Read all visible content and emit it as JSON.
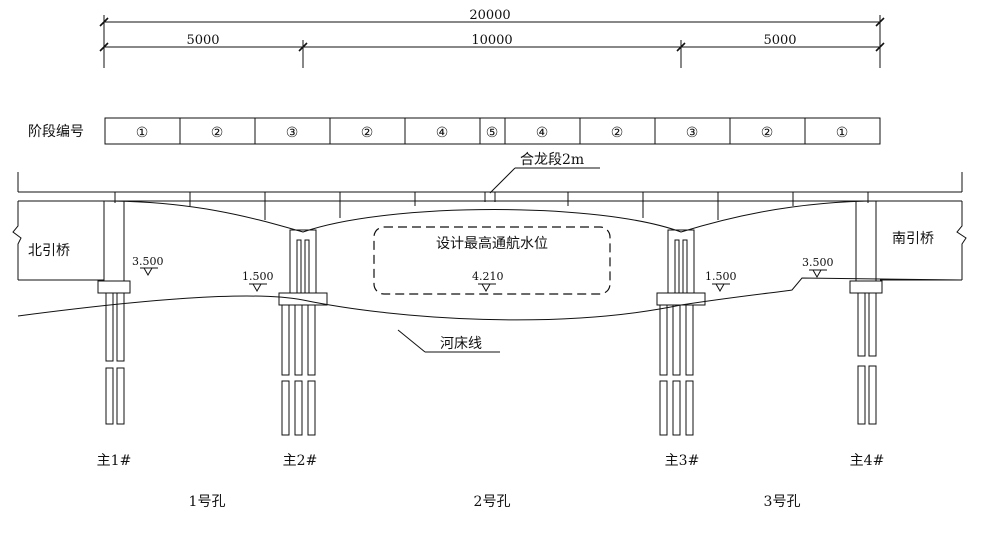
{
  "dimensions": {
    "total": "20000",
    "spans": [
      "5000",
      "10000",
      "5000"
    ]
  },
  "stage_table": {
    "label": "阶段编号",
    "cells": [
      "①",
      "②",
      "③",
      "②",
      "④",
      "⑤",
      "④",
      "②",
      "③",
      "②",
      "①"
    ]
  },
  "closure_label": "合龙段2m",
  "navigation_label": "设计最高通航水位",
  "approach": {
    "north": "北引桥",
    "south": "南引桥"
  },
  "riverbed_label": "河床线",
  "elevations": {
    "pier1": "3.500",
    "pier2": "1.500",
    "mid": "4.210",
    "pier3": "1.500",
    "pier4": "3.500"
  },
  "piers": [
    "主1#",
    "主2#",
    "主3#",
    "主4#"
  ],
  "spans_labels": [
    "1号孔",
    "2号孔",
    "3号孔"
  ]
}
